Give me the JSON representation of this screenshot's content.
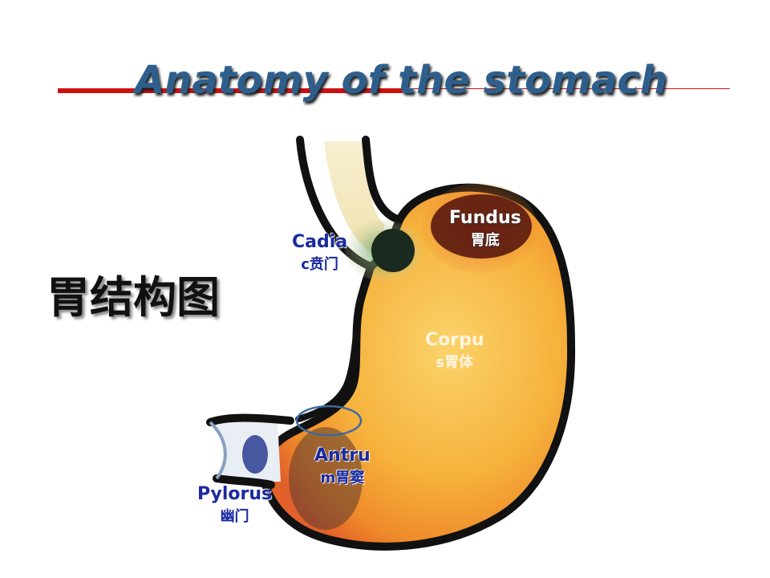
{
  "slide": {
    "title": "Anatomy of the stomach",
    "cn_heading": "胃结构图"
  },
  "labels": {
    "fundus": {
      "line1": "Fundus",
      "line2": "胃底"
    },
    "cardiac": {
      "line1": "Cadia",
      "line2": "c贲门"
    },
    "corpus": {
      "line1": "Corpu",
      "line2": "s胃体"
    },
    "antrum": {
      "line1": "Antru",
      "line2": "m胃窦"
    },
    "pylorus": {
      "line1": "Pylorus",
      "line2": "幽门"
    }
  },
  "colors": {
    "title": "#2e5f8c",
    "rule": "#cc1111",
    "label_blue": "#1a2aa0",
    "stomach_fill": "#f6b23c",
    "outline": "#111111"
  }
}
